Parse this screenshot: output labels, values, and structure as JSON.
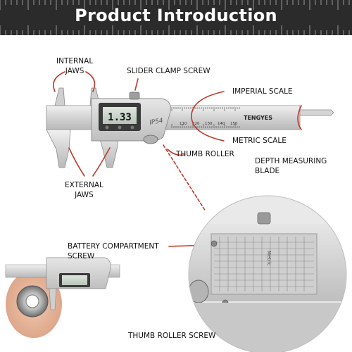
{
  "header": {
    "title": "Product Introduction"
  },
  "caliper": {
    "brand": "TENGYES",
    "display_value": "1.33",
    "ip_rating": "IP54",
    "scale_numbers": [
      "110",
      "120",
      "130",
      "140",
      "150"
    ],
    "plate_text": "Metric"
  },
  "labels": {
    "internal_jaws_line1": "INTERNAL",
    "internal_jaws_line2": "JAWS",
    "slider_clamp_screw": "SLIDER CLAMP SCREW",
    "imperial_scale": "IMPERIAL SCALE",
    "metric_scale": "METRIC SCALE",
    "thumb_roller": "THUMB ROLLER",
    "depth_blade_line1": "DEPTH MEASURING",
    "depth_blade_line2": "BLADE",
    "external_jaws_line1": "EXTERNAL",
    "external_jaws_line2": "JAWS",
    "battery_screw_line1": "BATTERY COMPARTMENT",
    "battery_screw_line2": "SCREW",
    "thumb_roller_screw": "THUMB ROLLER SCREW"
  },
  "colors": {
    "banner_bg": "#2b2b2b",
    "annotation_red": "#c0392b",
    "steel": "#d9d9d9"
  }
}
